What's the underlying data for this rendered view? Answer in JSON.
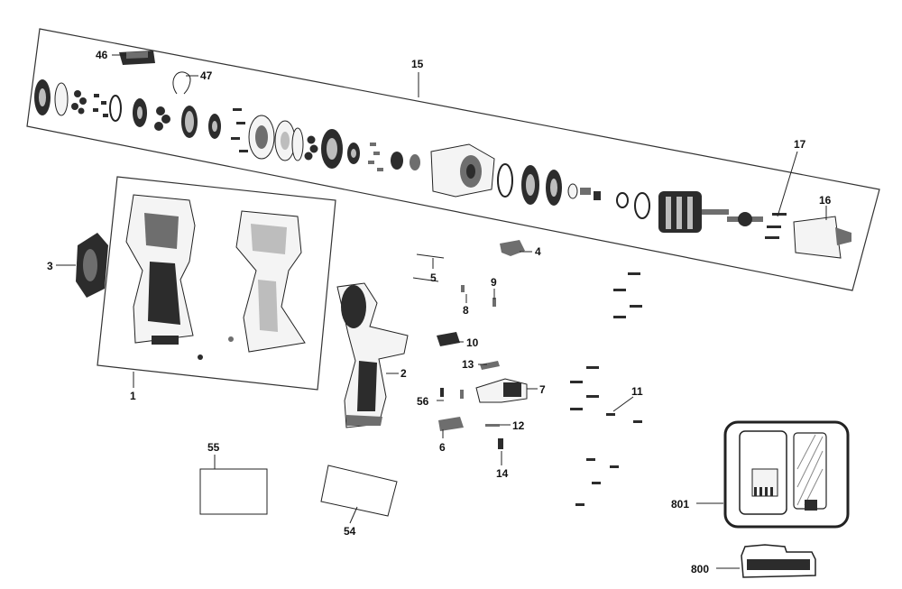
{
  "callouts": {
    "c1": "1",
    "c2": "2",
    "c3": "3",
    "c4": "4",
    "c5": "5",
    "c6": "6",
    "c7": "7",
    "c8": "8",
    "c9": "9",
    "c10": "10",
    "c11": "11",
    "c12": "12",
    "c13": "13",
    "c14": "14",
    "c15": "15",
    "c16": "16",
    "c17": "17",
    "c46": "46",
    "c47": "47",
    "c54": "54",
    "c55": "55",
    "c56": "56",
    "c800": "800",
    "c801": "801"
  }
}
